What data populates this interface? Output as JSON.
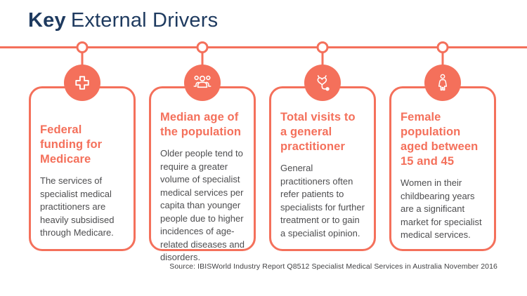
{
  "title": {
    "bold": "Key",
    "rest": "External Drivers"
  },
  "colors": {
    "accent": "#F4705B",
    "heading": "#1E3A5F",
    "body_text": "#4D4D4F"
  },
  "cards": [
    {
      "icon": "medical-cross-icon",
      "title": "Federal funding for Medicare",
      "body": "The services of specialist medical practitioners are heavily subsidised through Medicare."
    },
    {
      "icon": "people-group-icon",
      "title": "Median age of the population",
      "body": "Older people tend to require a greater volume of specialist medical services per capita than younger people due to higher incidences of age-related diseases and disorders."
    },
    {
      "icon": "stethoscope-icon",
      "title": "Total visits to a general practitioner",
      "body": "General practitioners often refer patients to specialists for further treatment or to gain a specialist opinion."
    },
    {
      "icon": "female-figure-icon",
      "title": "Female population aged between 15 and 45",
      "body": "Women in their childbearing years are a significant market for specialist medical services."
    }
  ],
  "source": "Source: IBISWorld Industry Report Q8512 Specialist Medical Services in Australia November 2016"
}
